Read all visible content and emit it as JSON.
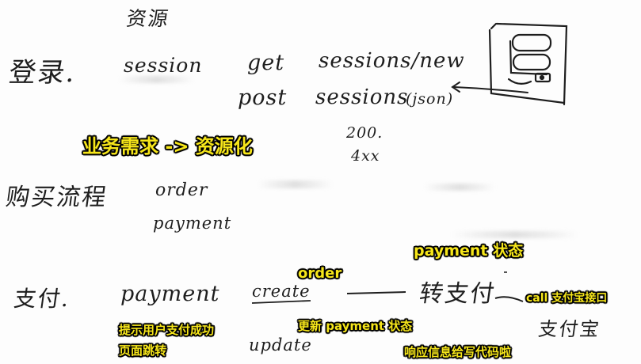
{
  "board": {
    "ziyuan": "资源",
    "denglu": "登录.",
    "session": "session",
    "get": "get",
    "sessions_new": "sessions/new",
    "post": "post",
    "sessions": "sessions",
    "json": "(json)",
    "code_200": "200.",
    "code_4xx": "4xx",
    "goumai": "购买流程",
    "order": "order",
    "payment": "payment",
    "zhifu": "支付.",
    "payment2": "payment",
    "create": "create",
    "update": "update",
    "zhuanfu": "转支付",
    "zhifubao": "支付宝"
  },
  "captions": {
    "headline": "业务需求 -> 资源化",
    "order": "order",
    "payment_status": "payment 状态",
    "call_alipay": "call 支付宝接口",
    "prompt_line1": "提示用户支付成功",
    "prompt_line2": "页面跳转",
    "update_status": "更新 payment 状态",
    "respond": "响应信息给写代码啦"
  },
  "colors": {
    "caption_fill": "#f6e61a",
    "caption_outline": "#000000",
    "ink": "#1e1e1e",
    "background": "#fdfdfd"
  }
}
